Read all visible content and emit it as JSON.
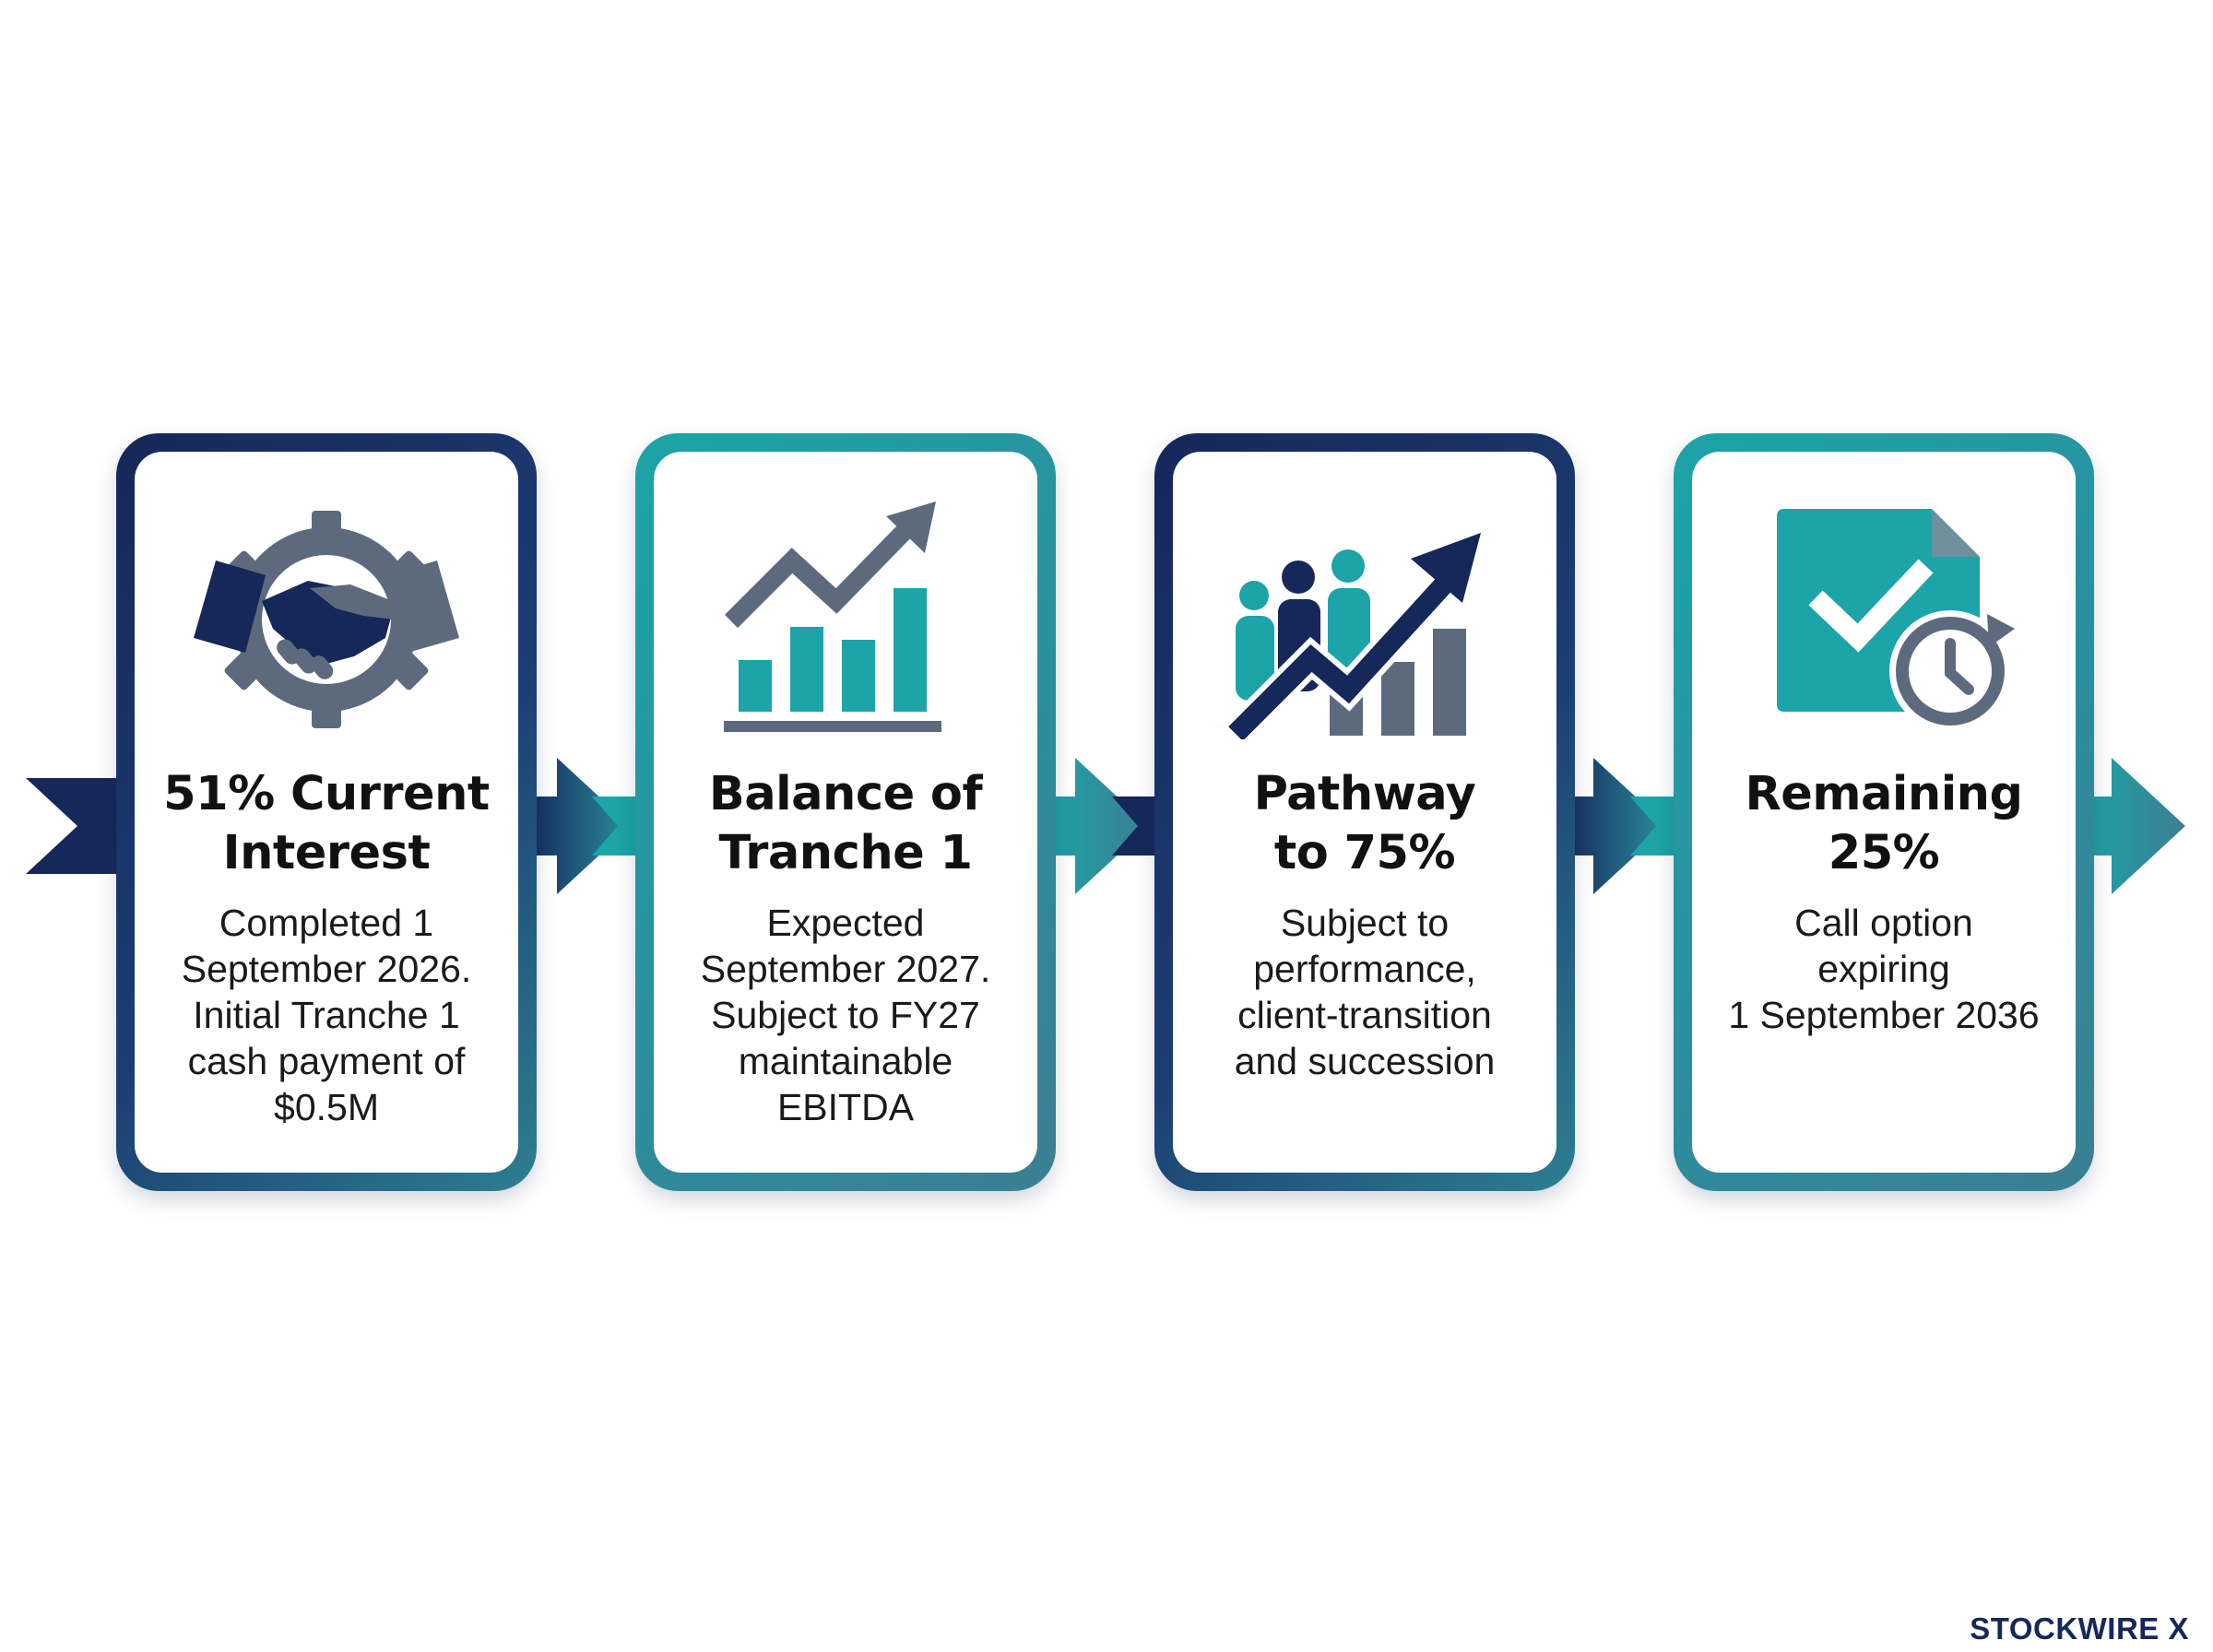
{
  "colors": {
    "navy": "#16275a",
    "teal": "#1ca4a8",
    "slate": "#5d6a7e",
    "text": "#111111"
  },
  "steps": [
    {
      "title": "51% Current\nInterest",
      "description": "Completed 1\nSeptember 2026.\nInitial Tranche 1\ncash payment of\n$0.5M",
      "icon": "handshake-gear-icon",
      "border": "navy"
    },
    {
      "title": "Balance of\nTranche 1",
      "description": "Expected\nSeptember 2027.\nSubject to FY27\nmaintainable\nEBITDA",
      "icon": "growth-bar-chart-icon",
      "border": "teal"
    },
    {
      "title": "Pathway\nto 75%",
      "description": "Subject to\nperformance,\nclient-transition\nand succession",
      "icon": "people-growth-arrow-icon",
      "border": "navy"
    },
    {
      "title": "Remaining\n25%",
      "description": "Call option\nexpiring\n1 September 2036",
      "icon": "document-check-clock-icon",
      "border": "teal"
    }
  ],
  "brand": "STOCKWIRE X"
}
